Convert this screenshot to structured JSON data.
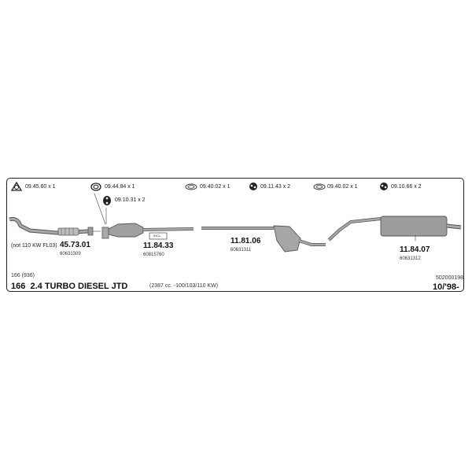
{
  "hardware": [
    {
      "code": "09.45.60",
      "qty": "x 1",
      "icon": "flange-gasket-icon"
    },
    {
      "code": "09.44.84",
      "qty": "x 1",
      "icon": "gasket-ring-icon"
    },
    {
      "code": "09.40.02",
      "qty": "x 1",
      "icon": "clamp-band-icon"
    },
    {
      "code": "09.11.43",
      "qty": "x 2",
      "icon": "rubber-hanger-icon"
    },
    {
      "code": "09.40.02",
      "qty": "x 1",
      "icon": "clamp-band-icon"
    },
    {
      "code": "09.10.66",
      "qty": "x 2",
      "icon": "rubber-hanger-icon"
    },
    {
      "code": "09.10.31",
      "qty": "x 2",
      "icon": "mount-bracket-icon"
    }
  ],
  "parts": [
    {
      "code": "45.73.01",
      "oe": "60631309",
      "note": "(not 110 KW FL03)"
    },
    {
      "code": "11.84.33",
      "oe": "60815760",
      "box_label": "INCL."
    },
    {
      "code": "11.81.06",
      "oe": "60631311"
    },
    {
      "code": "11.84.07",
      "oe": "60631312"
    }
  ],
  "footer": {
    "model_code": "166 (936)",
    "model": "166",
    "engine": "2.4 TURBO DIESEL JTD",
    "spec": "(2387 cc. -100/103/110 KW)",
    "ref": "502000198",
    "date": "10/'98-"
  },
  "colors": {
    "pipe": "#9a9a9a",
    "outline": "#555555",
    "frame": "#222222"
  }
}
